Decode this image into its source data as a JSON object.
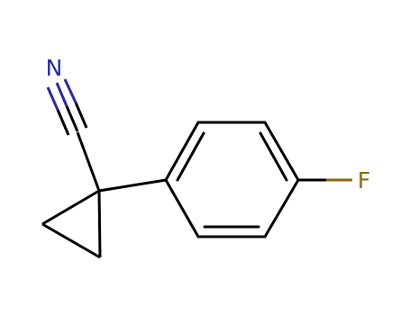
{
  "molecule": {
    "atoms": [
      {
        "id": "N",
        "label": "N",
        "color": "#2a2a9a"
      },
      {
        "id": "F",
        "label": "F",
        "color": "#8b6914"
      }
    ],
    "bond_color": "#000000"
  }
}
